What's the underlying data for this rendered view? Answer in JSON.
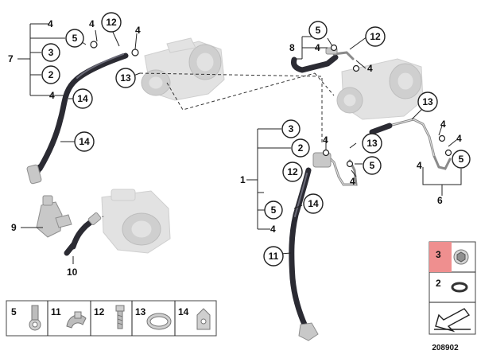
{
  "diagram": {
    "diagram_number": "208902",
    "callouts": {
      "c12_top_left": "12",
      "c13_left": "13",
      "c14_left_upper": "14",
      "c14_left_lower": "14",
      "c5_left": "5",
      "c3_left": "3",
      "c2_left": "2",
      "c5_top_right": "5",
      "c12_top_right": "12",
      "c13_right": "13",
      "c3_center": "3",
      "c2_center": "2",
      "c13_center": "13",
      "c12_center": "12",
      "c5_center_right": "5",
      "c14_center": "14",
      "c5_center_lower": "5",
      "c11_center": "11",
      "c5_far_right": "5"
    },
    "labels": {
      "l7": "7",
      "l4_tl_a": "4",
      "l4_tl_b": "4",
      "l4_tl_c": "4",
      "l4_tl_d": "4",
      "l8": "8",
      "l4_tr_a": "4",
      "l4_tr_b": "4",
      "l1": "1",
      "l4_c_a": "4",
      "l4_c_b": "4",
      "l4_c_c": "4",
      "l4_r_a": "4",
      "l4_r_b": "4",
      "l4_r_c": "4",
      "l6": "6",
      "l9": "9",
      "l10": "10"
    },
    "legend": {
      "items": [
        {
          "num": "5",
          "icon": "banjo-bolt-icon"
        },
        {
          "num": "11",
          "icon": "hose-clamp-icon"
        },
        {
          "num": "12",
          "icon": "screw-icon"
        },
        {
          "num": "13",
          "icon": "clip-icon"
        },
        {
          "num": "14",
          "icon": "bracket-icon"
        }
      ],
      "side_items": [
        {
          "num": "3",
          "icon": "hex-bolt-icon",
          "highlighted": true
        },
        {
          "num": "2",
          "icon": "washer-ring-icon",
          "highlighted": false
        }
      ],
      "arrow_icon": "direction-arrow-icon"
    }
  }
}
